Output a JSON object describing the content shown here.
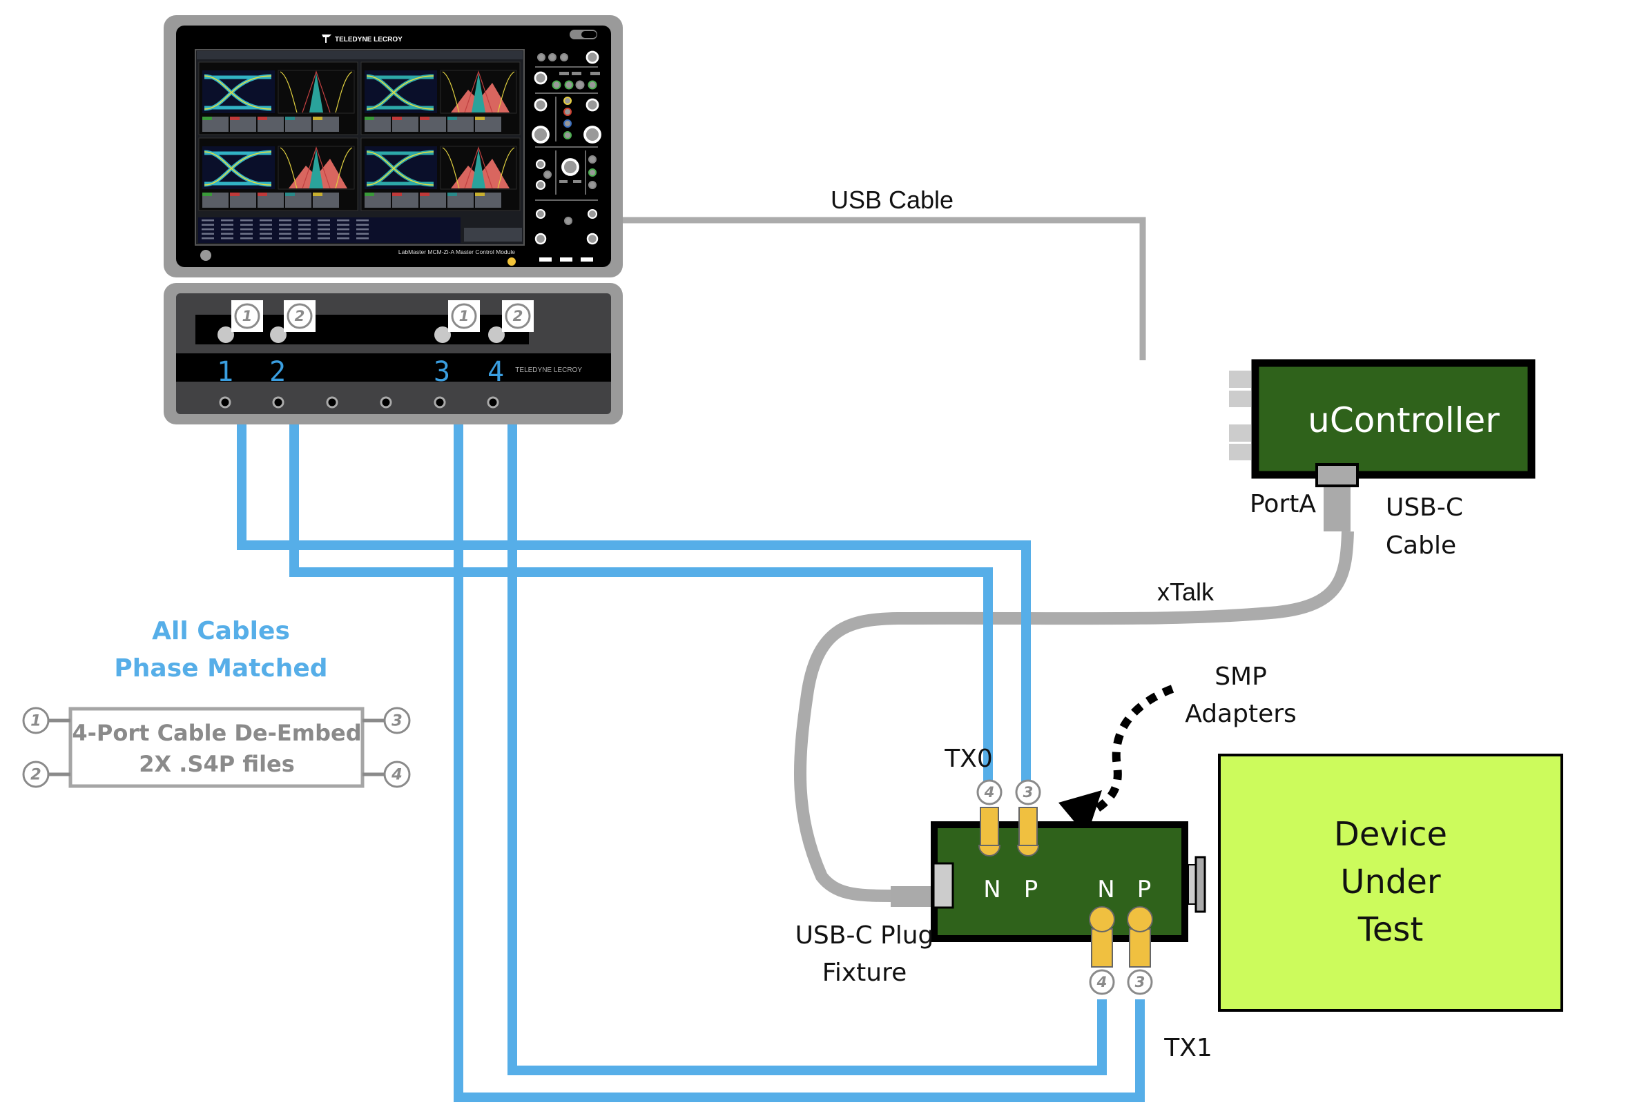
{
  "title": "USB-C TX0/TX1 cable de-embed test setup",
  "colors": {
    "cable_blue": "#56aee8",
    "cable_gray": "#ababab",
    "board_green": "#2f621b",
    "dut_green": "#ccfb5c",
    "adapter_gold": "#f0c040",
    "scope_frame": "#9a9a9a",
    "note_blue": "#56aee8",
    "deembed_gray": "#8a8a8a"
  },
  "oscilloscope": {
    "brand": "TELEDYNE LECROY",
    "model_label": "LabMaster MCM-Zi-A Master Control Module",
    "module_brand": "TELEDYNE LECROY",
    "channels": [
      "1",
      "2",
      "3",
      "4"
    ],
    "channel_port_tags": [
      "1",
      "2",
      "1",
      "2"
    ],
    "screen_description": "four eye diagrams with jitter histograms and measurement tables"
  },
  "labels": {
    "usb_cable": "USB Cable",
    "ucontroller": "uController",
    "port_a": "PortA",
    "usb_c_cable_line1": "USB-C",
    "usb_c_cable_line2": "Cable",
    "xtalk": "xTalk",
    "smp_line1": "SMP",
    "smp_line2": "Adapters",
    "tx0": "TX0",
    "tx1": "TX1",
    "fixture_line1": "USB-C Plug",
    "fixture_line2": "Fixture",
    "dut_line1": "Device",
    "dut_line2": "Under",
    "dut_line3": "Test"
  },
  "fixture": {
    "tx0_pins": [
      {
        "polarity": "N",
        "port": "4"
      },
      {
        "polarity": "P",
        "port": "3"
      }
    ],
    "tx1_pins": [
      {
        "polarity": "N",
        "port": "4"
      },
      {
        "polarity": "P",
        "port": "3"
      }
    ]
  },
  "note": {
    "line1": "All Cables",
    "line2": "Phase Matched"
  },
  "deembed": {
    "line1": "4-Port Cable De-Embed",
    "line2": "2X .S4P files",
    "ports": [
      "1",
      "2",
      "3",
      "4"
    ]
  },
  "connections": [
    {
      "from": "Scope CH1 (port 1)",
      "to": "TX0 P (port 3)"
    },
    {
      "from": "Scope CH2 (port 2)",
      "to": "TX0 N (port 4)"
    },
    {
      "from": "Scope CH3 (port 1)",
      "to": "TX1 P (port 3)"
    },
    {
      "from": "Scope CH4 (port 2)",
      "to": "TX1 N (port 4)"
    },
    {
      "from": "Scope",
      "to": "uController",
      "via": "USB Cable"
    },
    {
      "from": "uController PortA",
      "to": "USB-C Plug Fixture",
      "via": "USB-C Cable (xTalk)"
    }
  ]
}
